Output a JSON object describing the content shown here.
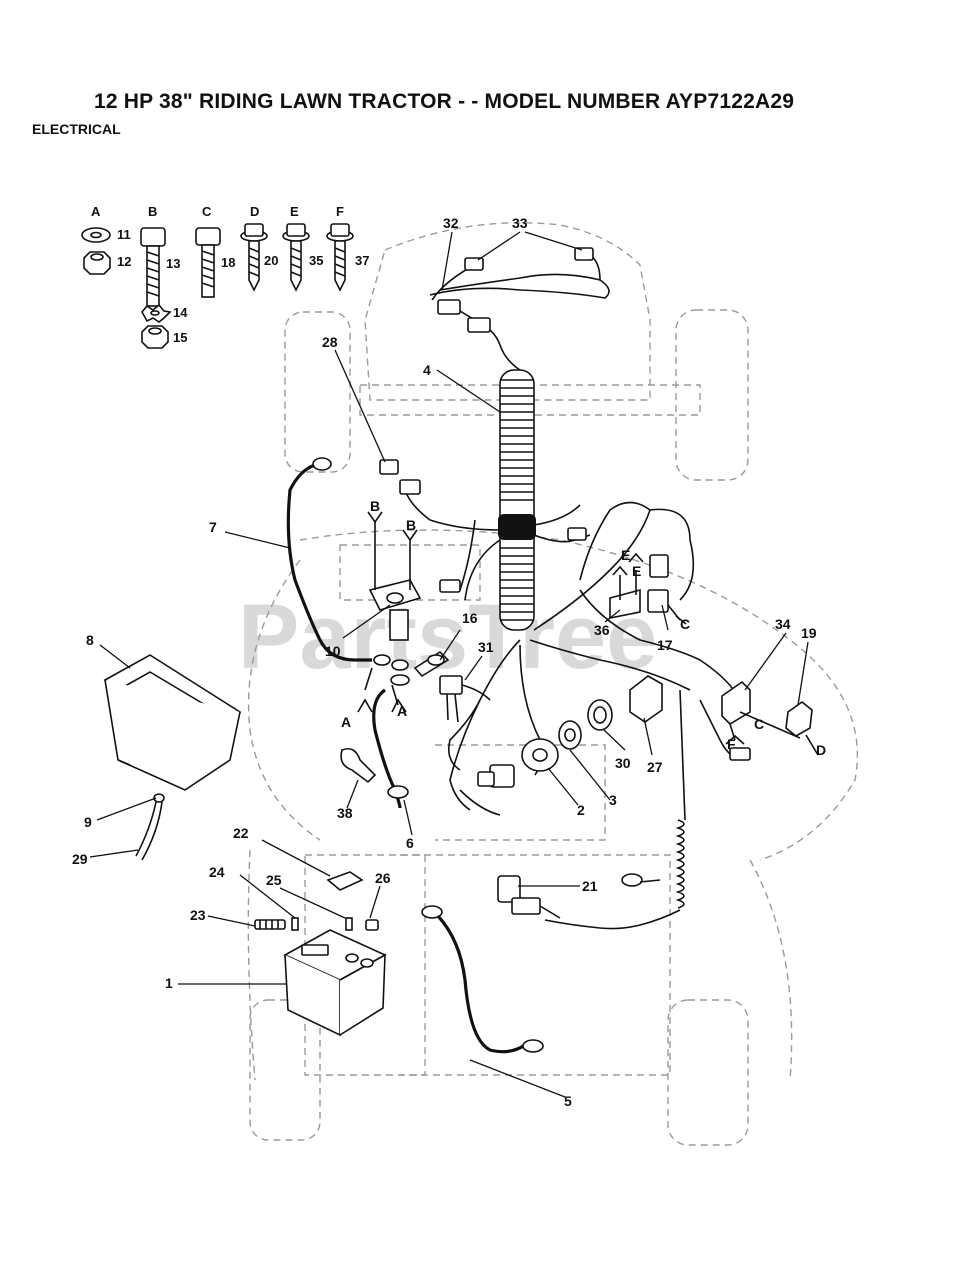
{
  "header": {
    "title": "12 HP 38\" RIDING LAWN TRACTOR - - MODEL NUMBER AYP7122A29",
    "subtitle": "ELECTRICAL"
  },
  "watermark": "PartsTree",
  "hardware_key": [
    {
      "letter": "A",
      "parts": [
        "11",
        "12"
      ]
    },
    {
      "letter": "B",
      "parts": [
        "13",
        "14",
        "15"
      ]
    },
    {
      "letter": "C",
      "parts": [
        "18"
      ]
    },
    {
      "letter": "D",
      "parts": [
        "20"
      ]
    },
    {
      "letter": "E",
      "parts": [
        "35"
      ]
    },
    {
      "letter": "F",
      "parts": [
        "37"
      ]
    }
  ],
  "callouts": {
    "p1": "1",
    "p2": "2",
    "p3": "3",
    "p4": "4",
    "p5": "5",
    "p6": "6",
    "p7": "7",
    "p8": "8",
    "p9": "9",
    "p10": "10",
    "p16": "16",
    "p17": "17",
    "p19": "19",
    "p21": "21",
    "p22": "22",
    "p23": "23",
    "p24": "24",
    "p25": "25",
    "p26": "26",
    "p27": "27",
    "p28": "28",
    "p29": "29",
    "p30": "30",
    "p31": "31",
    "p32": "32",
    "p33": "33",
    "p34": "34",
    "p36": "36",
    "p38": "38"
  },
  "hardware_refs": {
    "b1": "B",
    "b2": "B",
    "a1": "A",
    "a2": "A",
    "e1": "E",
    "e2": "E",
    "c1": "C",
    "c2": "C",
    "f1": "F",
    "d1": "D"
  }
}
